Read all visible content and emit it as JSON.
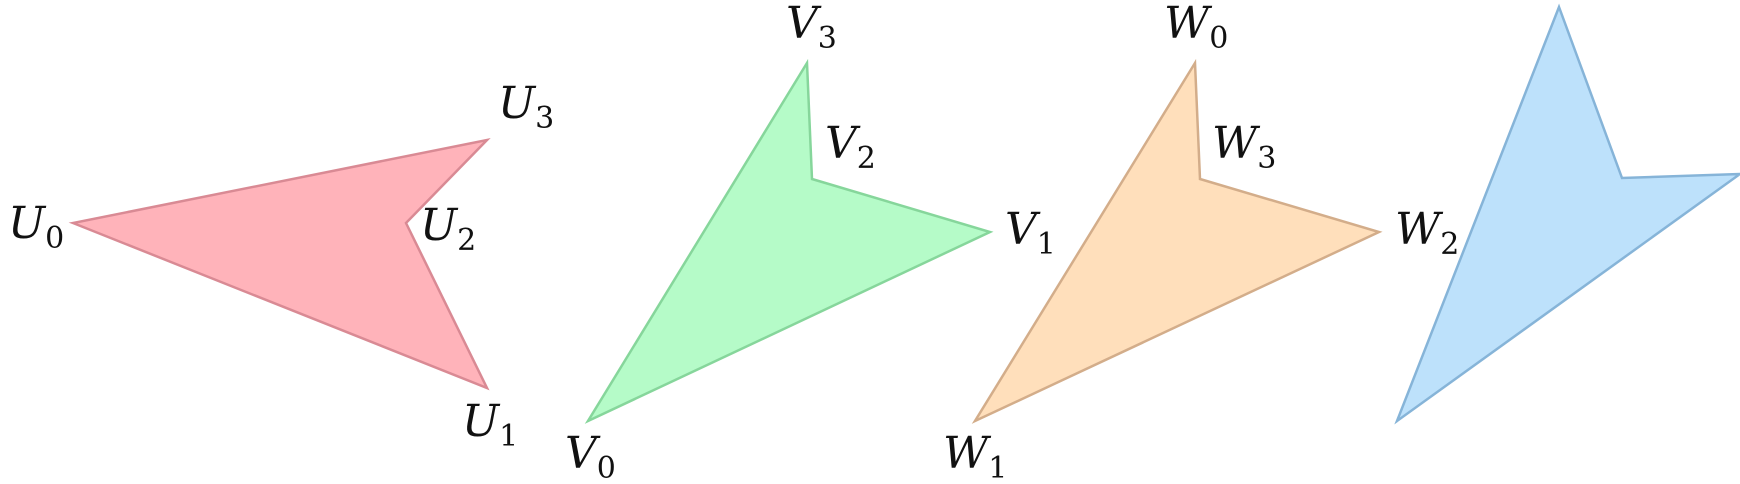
{
  "shapes": [
    {
      "id": "U",
      "fill": "#ffb3ba",
      "stroke": "#d98a94",
      "vertices": [
        {
          "letter": "U",
          "index": "0"
        },
        {
          "letter": "U",
          "index": "1"
        },
        {
          "letter": "U",
          "index": "2"
        },
        {
          "letter": "U",
          "index": "3"
        }
      ]
    },
    {
      "id": "V",
      "fill": "#b5fbc8",
      "stroke": "#86d69b",
      "vertices": [
        {
          "letter": "V",
          "index": "0"
        },
        {
          "letter": "V",
          "index": "1"
        },
        {
          "letter": "V",
          "index": "2"
        },
        {
          "letter": "V",
          "index": "3"
        }
      ]
    },
    {
      "id": "W",
      "fill": "#ffdfbb",
      "stroke": "#d3ad8a",
      "vertices": [
        {
          "letter": "W",
          "index": "0"
        },
        {
          "letter": "W",
          "index": "1"
        },
        {
          "letter": "W",
          "index": "2"
        },
        {
          "letter": "W",
          "index": "3"
        }
      ]
    },
    {
      "id": "unlabeled",
      "fill": "#bde1fb",
      "stroke": "#86b4d8",
      "vertices": []
    }
  ]
}
